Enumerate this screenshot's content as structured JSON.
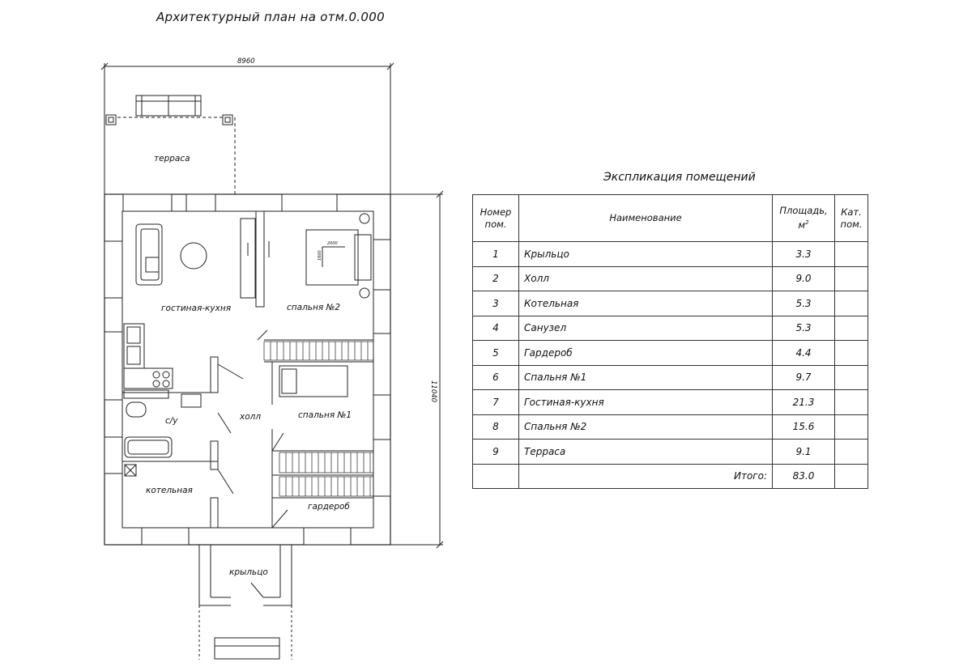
{
  "plan": {
    "title": "Архитектурный план на отм.0.000",
    "dim_width": "8960",
    "dim_height": "11040",
    "rooms": {
      "terrace": "терраса",
      "living_kitchen": "гостиная-кухня",
      "bedroom2": "спальня №2",
      "bedroom1": "спальня №1",
      "hall": "холл",
      "bathroom": "с/у",
      "boiler": "котельная",
      "wardrobe": "гардероб",
      "porch": "крыльцо"
    },
    "bed_labels": [
      "2000",
      "1600"
    ]
  },
  "explication": {
    "title": "Экспликация помещений",
    "headers": {
      "number": [
        "Номер",
        "пом."
      ],
      "name": "Наименование",
      "area": [
        "Площадь,",
        "м"
      ],
      "area_sup": "2",
      "category": [
        "Кат.",
        "пом."
      ]
    },
    "rows": [
      {
        "num": "1",
        "name": "Крыльцо",
        "area": "3.3"
      },
      {
        "num": "2",
        "name": "Холл",
        "area": "9.0"
      },
      {
        "num": "3",
        "name": "Котельная",
        "area": "5.3"
      },
      {
        "num": "4",
        "name": "Санузел",
        "area": "5.3"
      },
      {
        "num": "5",
        "name": "Гардероб",
        "area": "4.4"
      },
      {
        "num": "6",
        "name": "Спальня №1",
        "area": "9.7"
      },
      {
        "num": "7",
        "name": "Гостиная-кухня",
        "area": "21.3"
      },
      {
        "num": "8",
        "name": "Спальня №2",
        "area": "15.6"
      },
      {
        "num": "9",
        "name": "Терраса",
        "area": "9.1"
      }
    ],
    "total_label": "Итого:",
    "total_value": "83.0"
  }
}
